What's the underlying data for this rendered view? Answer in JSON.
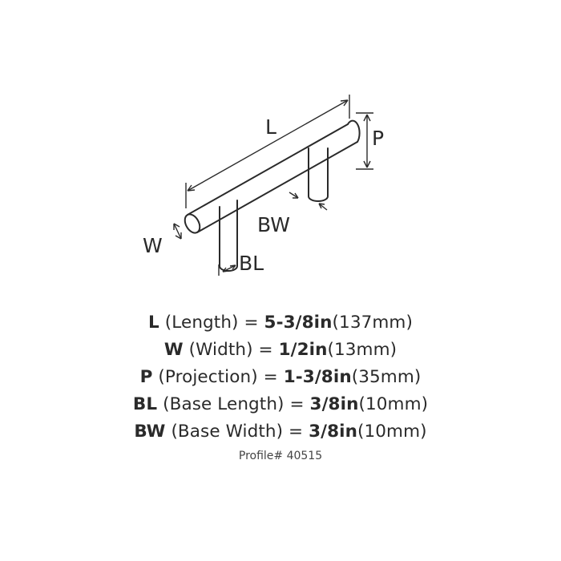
{
  "diagram": {
    "labels": {
      "length": "L",
      "projection": "P",
      "width": "W",
      "base_width": "BW",
      "base_length": "BL"
    }
  },
  "specs": [
    {
      "code": "L",
      "name": "(Length)",
      "imperial": "5-3/8in",
      "metric": "(137mm)"
    },
    {
      "code": "W",
      "name": "(Width)",
      "imperial": "1/2in",
      "metric": "(13mm)"
    },
    {
      "code": "P",
      "name": "(Projection)",
      "imperial": "1-3/8in",
      "metric": "(35mm)"
    },
    {
      "code": "BL",
      "name": "(Base Length)",
      "imperial": "3/8in",
      "metric": "(10mm)"
    },
    {
      "code": "BW",
      "name": "(Base Width)",
      "imperial": "3/8in",
      "metric": "(10mm)"
    }
  ],
  "profile": "Profile# 40515",
  "colors": {
    "ink": "#2a2a2a"
  }
}
